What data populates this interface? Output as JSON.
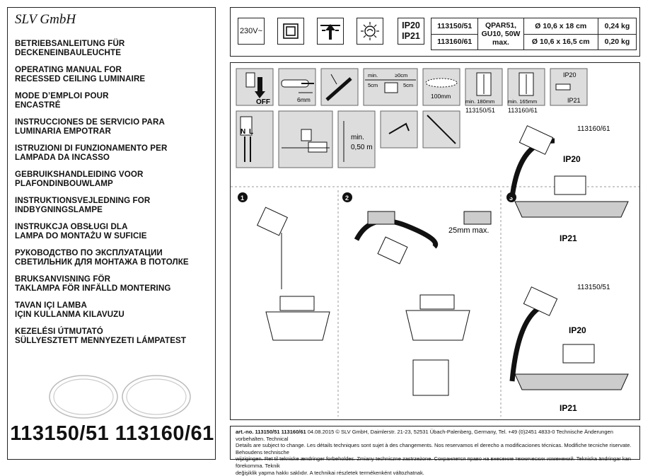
{
  "brand": "SLV GmbH",
  "titles": [
    [
      "BETRIEBSANLEITUNG FÜR",
      "DECKENEINBAULEUCHTE"
    ],
    [
      "OPERATING MANUAL FOR",
      "RECESSED CEILING LUMINAIRE"
    ],
    [
      "MODE D’EMPLOI POUR",
      "ENCASTRÉ"
    ],
    [
      "INSTRUCCIONES DE SERVICIO PARA",
      "LUMINARIA EMPOTRAR"
    ],
    [
      "ISTRUZIONI DI FUNZIONAMENTO PER",
      "LAMPADA DA INCASSO"
    ],
    [
      "GEBRUIKSHANDLEIDING VOOR",
      "PLAFONDINBOUWLAMP"
    ],
    [
      "INSTRUKTIONSVEJLEDNING FOR",
      "INDBYGNINGSLAMPE"
    ],
    [
      "INSTRUKCJA OBSŁUGI DLA",
      "LAMPA DO MONTAŻU W SUFICIE"
    ],
    [
      "РУКОВОДСТВО ПО ЭКСПЛУАТАЦИИ",
      "СВЕТИЛЬНИК ДЛЯ МОНТАЖА В ПОТОЛКЕ"
    ],
    [
      "BRUKSANVISNING FÖR",
      "TAKLAMPA FÖR INFÄLLD MONTERING"
    ],
    [
      "TAVAN IÇI LAMBA",
      "IÇIN KULLANMA KILAVUZU"
    ],
    [
      "KEZELÉSI ÚTMUTATÓ",
      "SÜLLYESZTETT MENNYEZETI LÁMPATEST"
    ]
  ],
  "product_codes": "113150/51 113160/61",
  "topbar": {
    "voltage": "230V~",
    "ip": [
      "IP20",
      "IP21"
    ],
    "spec_rows": [
      {
        "code": "113150/51",
        "lamp": "QPAR51, GU10, 50W max.",
        "dim": "Ø 10,6 x 18 cm",
        "weight": "0,24 kg"
      },
      {
        "code": "113160/61",
        "dim": "Ø 10,6 x 16,5 cm",
        "weight": "0,20 kg"
      }
    ]
  },
  "icons": {
    "off": "OFF",
    "strip": "6mm",
    "min": "min.",
    "gap0": "≥0cm",
    "side5a": "5cm",
    "side5b": "5cm",
    "cut": "100mm",
    "h180": "min. 180mm",
    "h165": "min. 165mm",
    "code51": "113150/51",
    "code61": "113160/61",
    "ip20": "IP20",
    "ip21": "IP21",
    "n": "N",
    "l": "L",
    "dist1": "min.",
    "dist2": "0,50 m"
  },
  "steps": {
    "s1": "1",
    "s2": "2",
    "s3": "3",
    "depth": "25mm max.",
    "code61": "113160/61",
    "code51": "113150/51",
    "ip20a": "IP20",
    "ip21a": "IP21",
    "ip20b": "IP20",
    "ip21b": "IP21"
  },
  "footer": {
    "line1_bold": "art.-no. 113150/51 113160/61",
    "line1_rest": " 04.08.2015 © SLV GmbH, Daimlerstr. 21-23, 52531 Übach-Palenberg, Germany, Tel. +49 (0)2451 4833-0 Technische Änderungen vorbehalten. Technical",
    "line2": "Details are subject to change. Les détails techniques sont sujet à des changements. Nos reservamos el derecho a modificaciones técnicas. Modifiche tecniche riservate. Behoudens technische",
    "line3": "wijzigingen. Ret til tekniske ændringer forbeholdes. Zmiany techniczne zastrzeżone. Сохраняется право на внесение технических изменений. Tekniska ändringar kan förekomma. Teknik",
    "line4": "değişiklik yapma hakkı saklıdır. A technikai részletek termékenként változhatnak."
  }
}
